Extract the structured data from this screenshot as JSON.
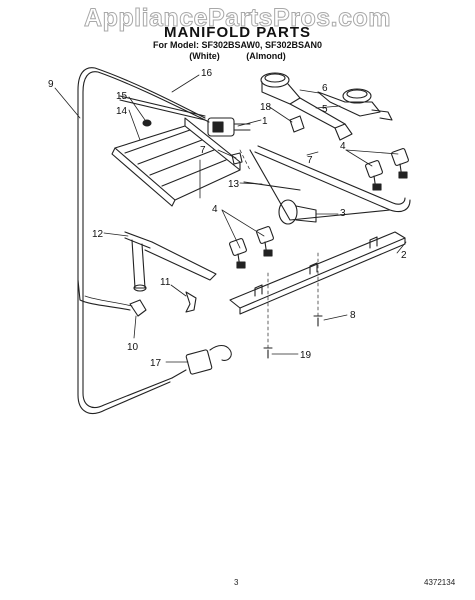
{
  "watermark": "AppliancePartsPros.com",
  "title": "MANIFOLD PARTS",
  "models": "For Model: SF302BSAW0, SF302BSAN0",
  "variants": [
    "(White)",
    "(Almond)"
  ],
  "callouts": [
    "1",
    "2",
    "3",
    "4",
    "4",
    "5",
    "6",
    "7",
    "7",
    "8",
    "9",
    "10",
    "11",
    "12",
    "13",
    "14",
    "15",
    "16",
    "17",
    "18",
    "19"
  ],
  "footer": {
    "page": "3",
    "doc_number": "4372134"
  }
}
